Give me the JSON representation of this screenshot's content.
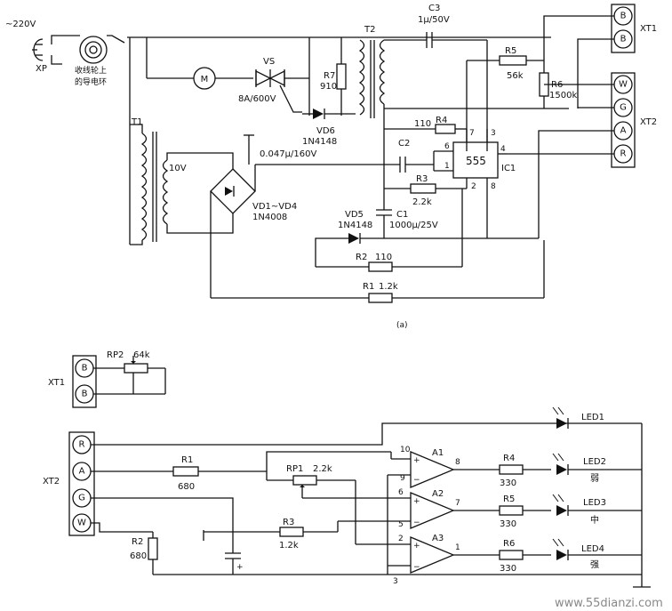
{
  "top": {
    "mains": {
      "voltage": "~220V",
      "plug": "XP",
      "note_line1": "收线轮上",
      "note_line2": "的导电环"
    },
    "transformer_t1": {
      "name": "T1",
      "secondary": "10V"
    },
    "motor": {
      "symbol": "M"
    },
    "triac": {
      "name": "VS",
      "rating": "8A/600V"
    },
    "r7": {
      "name": "R7",
      "value": "910"
    },
    "vd6": {
      "name": "VD6",
      "part": "1N4148"
    },
    "transformer_t2": {
      "name": "T2"
    },
    "c3": {
      "name": "C3",
      "value": "1μ/50V"
    },
    "xt1": {
      "name": "XT1",
      "terminals": [
        "B",
        "B"
      ]
    },
    "r5": {
      "name": "R5",
      "value": "56k"
    },
    "r6": {
      "name": "R6",
      "value": "1500k"
    },
    "xt2": {
      "name": "XT2",
      "terminals": [
        "W",
        "G",
        "A",
        "R"
      ]
    },
    "r4": {
      "name": "R4",
      "value": "110"
    },
    "c2": {
      "name": "C2",
      "value": "0.047μ/160V"
    },
    "ic1": {
      "name": "IC1",
      "type": "555",
      "pins": {
        "p7": "7",
        "p3": "3",
        "p6": "6",
        "p4": "4",
        "p1": "1",
        "p2": "2",
        "p8": "8"
      }
    },
    "bridge": {
      "name": "VD1~VD4",
      "part": "1N4008"
    },
    "r3": {
      "name": "R3",
      "value": "2.2k"
    },
    "vd5": {
      "name": "VD5",
      "part": "1N4148"
    },
    "c1": {
      "name": "C1",
      "value": "1000μ/25V"
    },
    "r2": {
      "name": "R2",
      "value": "110"
    },
    "r1": {
      "name": "R1",
      "value": "1.2k"
    },
    "caption": "(a)"
  },
  "bottom": {
    "xt1": {
      "name": "XT1",
      "terminals": [
        "B",
        "B"
      ]
    },
    "rp2": {
      "name": "RP2",
      "value": "64k"
    },
    "xt2": {
      "name": "XT2",
      "terminals": [
        "R",
        "A",
        "G",
        "W"
      ]
    },
    "r1": {
      "name": "R1",
      "value": "680"
    },
    "rp1": {
      "name": "RP1",
      "value": "2.2k"
    },
    "r3": {
      "name": "R3",
      "value": "1.2k"
    },
    "r2": {
      "name": "R2",
      "value": "680"
    },
    "opamps": [
      {
        "name": "A1",
        "pin_plus": "10",
        "pin_minus": "9",
        "pin_out": "8"
      },
      {
        "name": "A2",
        "pin_plus": "6",
        "pin_minus": "5",
        "pin_out": "7"
      },
      {
        "name": "A3",
        "pin_plus": "2",
        "pin_minus": "3",
        "pin_out": "1"
      }
    ],
    "r4": {
      "name": "R4",
      "value": "330"
    },
    "r5": {
      "name": "R5",
      "value": "330"
    },
    "r6": {
      "name": "R6",
      "value": "330"
    },
    "leds": [
      {
        "name": "LED1",
        "level": ""
      },
      {
        "name": "LED2",
        "level": "弱"
      },
      {
        "name": "LED3",
        "level": "中"
      },
      {
        "name": "LED4",
        "level": "强"
      }
    ]
  },
  "watermark": "www.55dianzi.com"
}
